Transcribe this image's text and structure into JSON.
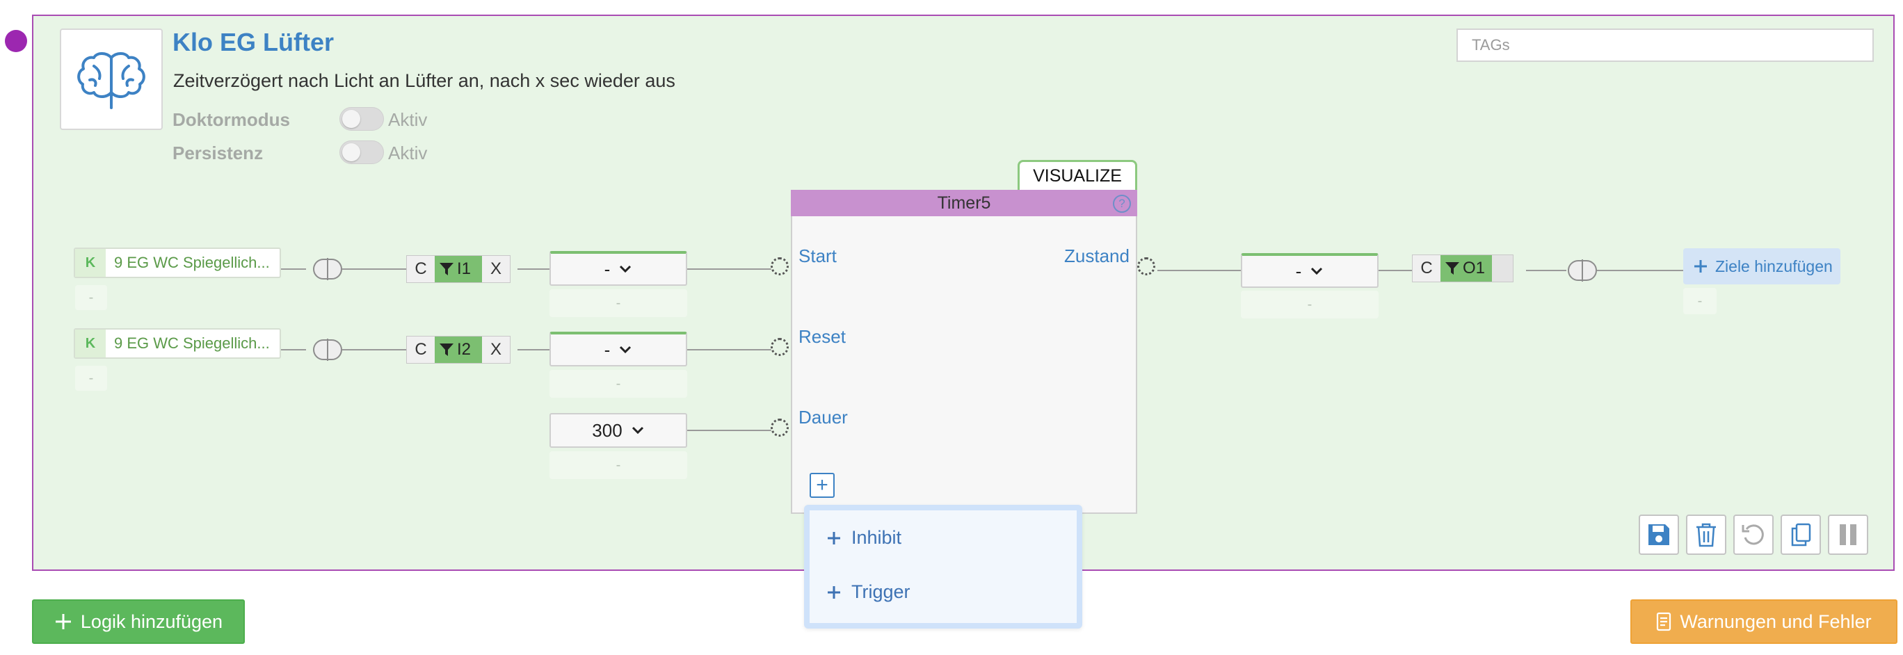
{
  "colors": {
    "accent": "#3d82c4",
    "status_dot": "#9c27b0",
    "card_bg": "#e8f5e6",
    "card_border": "#a94cb3",
    "block_header": "#c891cf",
    "filter_active": "#7cbf71",
    "success": "#5cb85c",
    "warning": "#f0ad4e"
  },
  "logic": {
    "icon": "brain-icon",
    "title": "Klo EG Lüfter",
    "description": "Zeitverzögert nach Licht an Lüfter an, nach x sec wieder aus",
    "options": [
      {
        "label": "Doktormodus",
        "state": "Aktiv",
        "enabled": false
      },
      {
        "label": "Persistenz",
        "state": "Aktiv",
        "enabled": false
      }
    ],
    "tags_placeholder": "TAGs"
  },
  "inputs": [
    {
      "source_type": "K",
      "source_label": "9 EG WC Spiegellich...",
      "source_sub": "-",
      "filter_c": "C",
      "filter_label": "I1",
      "filter_x": "X",
      "select_value": "-",
      "select_sub": "-"
    },
    {
      "source_type": "K",
      "source_label": "9 EG WC Spiegellich...",
      "source_sub": "-",
      "filter_c": "C",
      "filter_label": "I2",
      "filter_x": "X",
      "select_value": "-",
      "select_sub": "-"
    }
  ],
  "duration": {
    "value": "300",
    "sub": "-"
  },
  "block": {
    "name": "Timer5",
    "visualize_label": "VISUALIZE",
    "help": "?",
    "ports_in": [
      "Start",
      "Reset",
      "Dauer"
    ],
    "ports_out": [
      "Zustand"
    ],
    "add_port_label": "+",
    "add_menu": [
      "Inhibit",
      "Trigger"
    ]
  },
  "output": {
    "select_value": "-",
    "select_sub": "-",
    "filter_c": "C",
    "filter_label": "O1",
    "target_label": "Ziele hinzufügen",
    "target_sub": "-"
  },
  "toolbar": [
    "save-icon",
    "trash-icon",
    "undo-icon",
    "copy-icon",
    "pause-icon"
  ],
  "footer": {
    "add_logic_label": "Logik hinzufügen",
    "warnings_label": "Warnungen und Fehler"
  }
}
